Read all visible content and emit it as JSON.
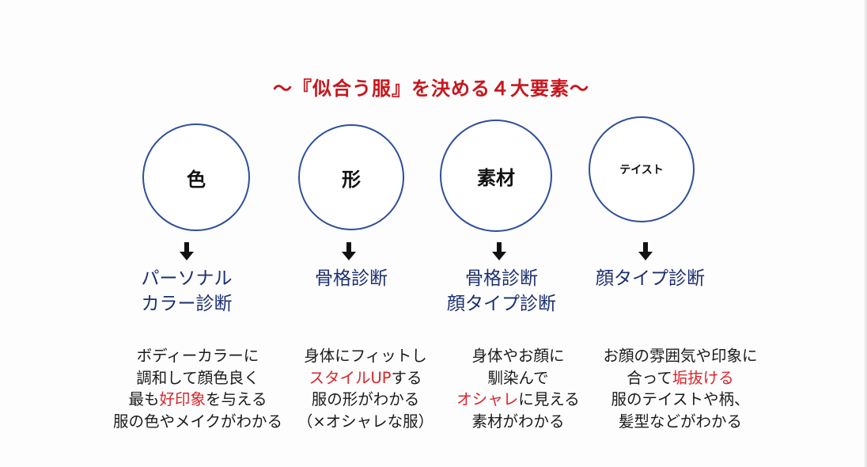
{
  "title": "〜『似合う服』を決める４大要素〜",
  "elements": [
    {
      "circle": "色",
      "diagnosis": [
        "パーソナル",
        "カラー診断"
      ],
      "desc": [
        [
          {
            "t": "ボディーカラーに"
          }
        ],
        [
          {
            "t": "調和して顔色良く"
          }
        ],
        [
          {
            "t": "最も"
          },
          {
            "t": "好印象",
            "red": true
          },
          {
            "t": "を与える"
          }
        ],
        [
          {
            "t": "服の色やメイクがわかる"
          }
        ]
      ]
    },
    {
      "circle": "形",
      "diagnosis": [
        "骨格診断"
      ],
      "desc": [
        [
          {
            "t": "身体にフィットし"
          }
        ],
        [
          {
            "t": "スタイルUP",
            "red": true
          },
          {
            "t": "する"
          }
        ],
        [
          {
            "t": "服の形がわかる"
          }
        ],
        [
          {
            "t": "（×オシャレな服）"
          }
        ]
      ]
    },
    {
      "circle": "素材",
      "diagnosis": [
        "骨格診断",
        "顔タイプ診断"
      ],
      "desc": [
        [
          {
            "t": "身体やお顔に"
          }
        ],
        [
          {
            "t": "馴染んで"
          }
        ],
        [
          {
            "t": "オシャレ",
            "red": true
          },
          {
            "t": "に見える"
          }
        ],
        [
          {
            "t": "素材がわかる"
          }
        ]
      ]
    },
    {
      "circle": "テイスト",
      "diagnosis": [
        "顔タイプ診断"
      ],
      "desc": [
        [
          {
            "t": "お顔の雰囲気や印象に"
          }
        ],
        [
          {
            "t": "合って"
          },
          {
            "t": "垢抜ける",
            "red": true
          }
        ],
        [
          {
            "t": "服のテイストや柄、"
          }
        ],
        [
          {
            "t": "髪型などがわかる"
          }
        ]
      ]
    }
  ],
  "colors": {
    "title": "#c8161d",
    "circle_border": "#2e4f9a",
    "diagnosis": "#1c2f6e",
    "highlight": "#d9262c"
  }
}
